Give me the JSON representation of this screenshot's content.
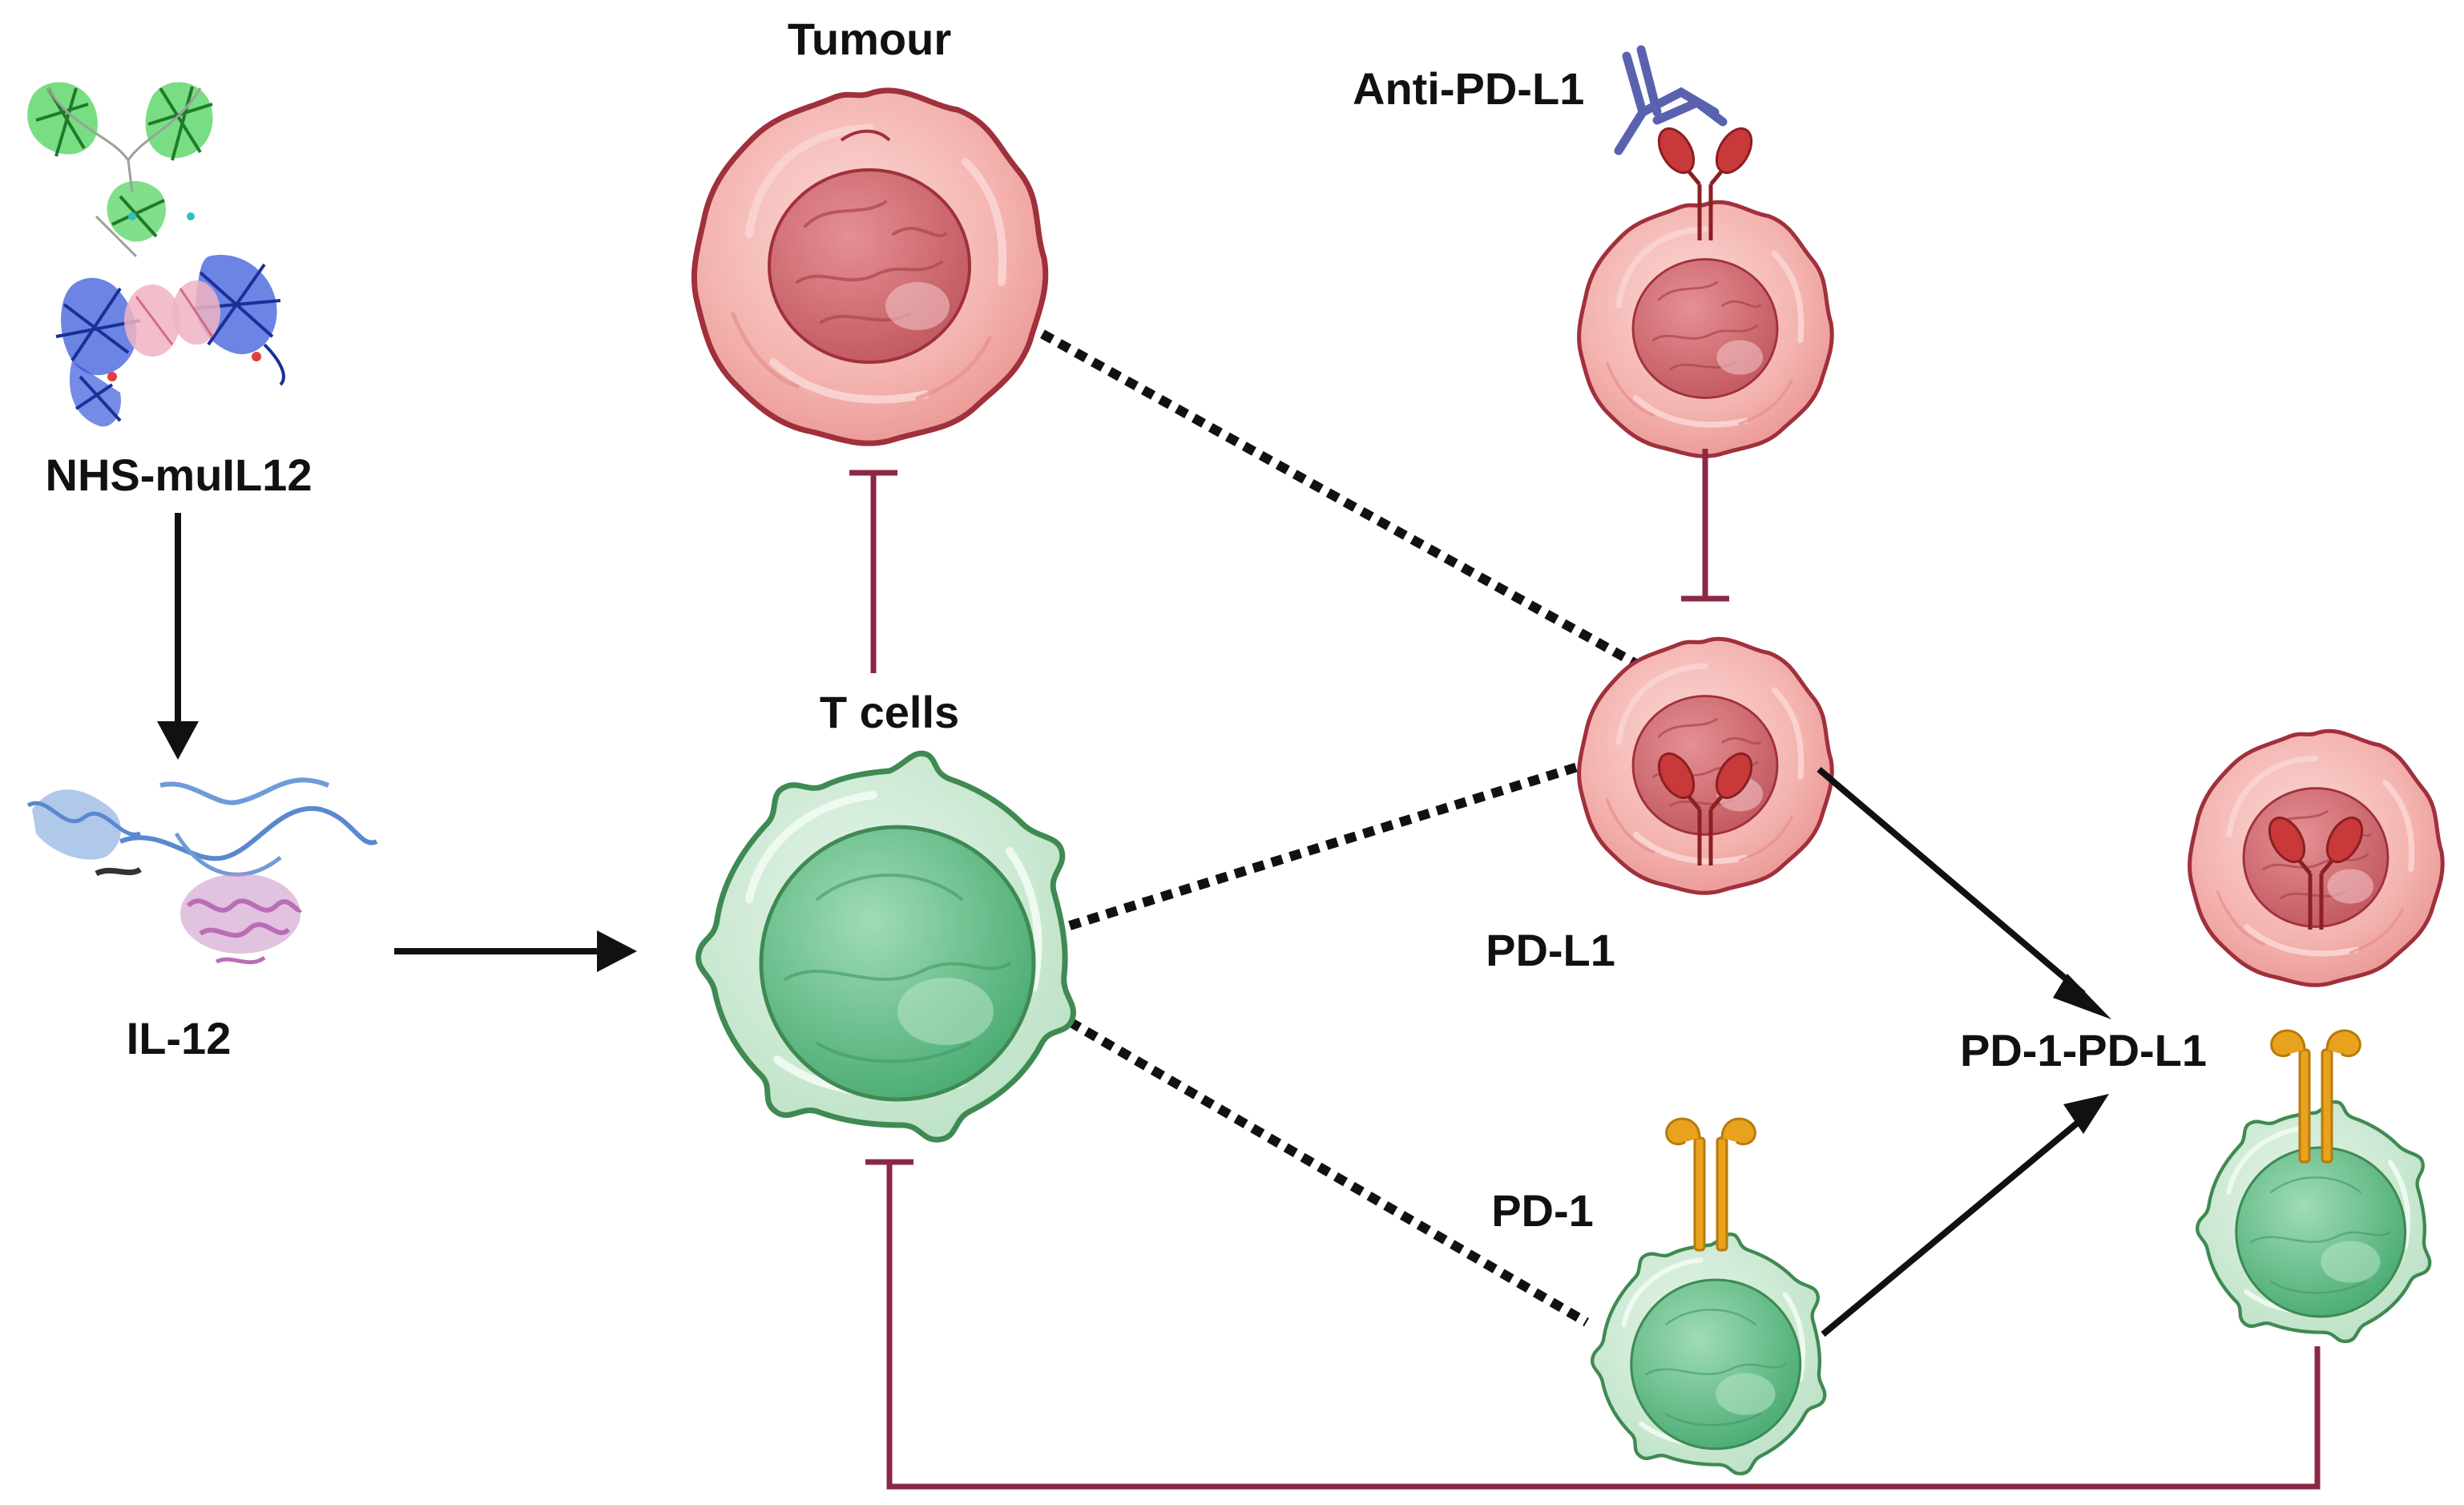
{
  "labels": {
    "nhs_muil12": "NHS-muIL12",
    "il12": "IL-12",
    "tumour": "Tumour",
    "t_cells": "T cells",
    "anti_pd_l1": "Anti-PD-L1",
    "pd_l1": "PD-L1",
    "pd_1": "PD-1",
    "pd1_pdl1": "PD-1-PD-L1"
  },
  "colors": {
    "tumour_fill": "#f4b7b3",
    "tumour_outline": "#a0303c",
    "tumour_nucleus": "#cf6b71",
    "tcell_fill": "#cdebd5",
    "tcell_outline": "#3f8a52",
    "tcell_nucleus": "#6cc48f",
    "inhibition": "#8b2843",
    "arrow": "#111111",
    "pd_l1_receptor": "#c9393a",
    "pd_1_receptor": "#e8a21d",
    "antibody": "#5a62b0"
  },
  "icons": [
    "protein-structure-icon",
    "tumour-cell-icon",
    "t-cell-icon",
    "antibody-icon",
    "receptor-icon"
  ]
}
